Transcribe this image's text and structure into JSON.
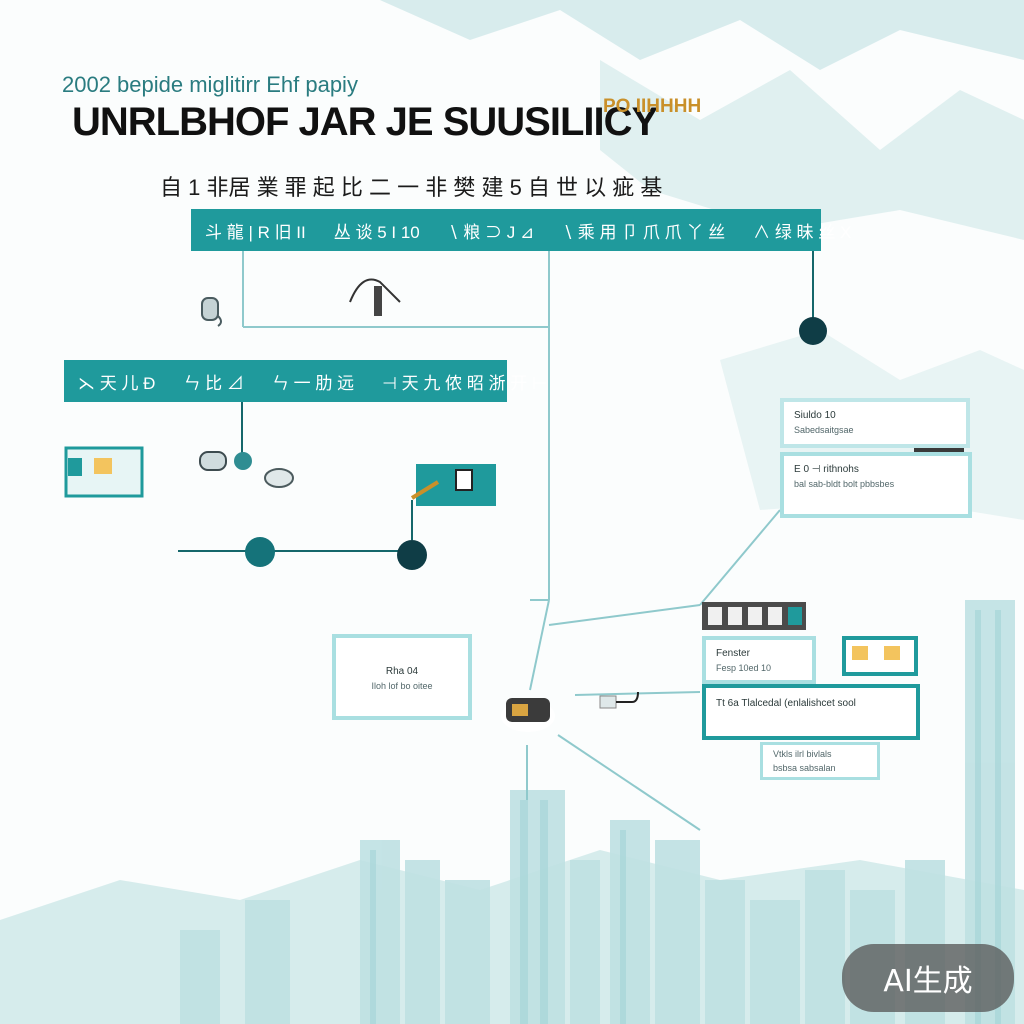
{
  "header": {
    "subtitle": "2002 bepide miglitirr Ehf papiy",
    "title": "UNRLBHOF JAR JE SUUSILIICY",
    "tag": "PO IIHHHH",
    "tagline": "自 1 非居 業 罪 起 比 二 一 非 樊  建 5 自 世 以 疵 基"
  },
  "top_bar": {
    "segments": [
      "斗 龍  |  R 旧 II",
      "丛 谈 5 I 10",
      "∖ 粮 ⊃ J ⊿",
      "∖ 乘 用 卩 爪 爪 丫 丝",
      "∧ 绿 昧 丝 X"
    ]
  },
  "mid_bar": {
    "segments": [
      "⋋ 天 儿 Ð",
      "ㄣ 比 ⊿",
      "ㄣ 一 肋 远",
      "⊣ 天 九 侬 昭 浙 开 ⊢"
    ]
  },
  "cards": {
    "top_right": {
      "label": "Siuldo 10",
      "text": "Sabedsaitgsae"
    },
    "right_middle": {
      "label": "E 0 ⊣ rithnohs",
      "text": "bal sab-bldt bolt pbbsbes"
    },
    "center_left": {
      "label": "Rha 04",
      "text": "Iloh lof bo oitee"
    },
    "right_lower": {
      "label": "Fenster",
      "text": "Fesp 10ed 10"
    },
    "right_lower_wide": {
      "text": "Tt 6a Tlalcedal (enlalishcet sool"
    },
    "right_bottom": {
      "text": "Vtkls ilrl bivlals",
      "sub": "bsbsa sabsalan"
    }
  },
  "watermark": {
    "label": "AI生成"
  },
  "colors": {
    "teal": "#1f9a9c",
    "light_teal": "#a9dfe1",
    "dark_node": "#0f3d46",
    "background": "#fbfdfd"
  }
}
